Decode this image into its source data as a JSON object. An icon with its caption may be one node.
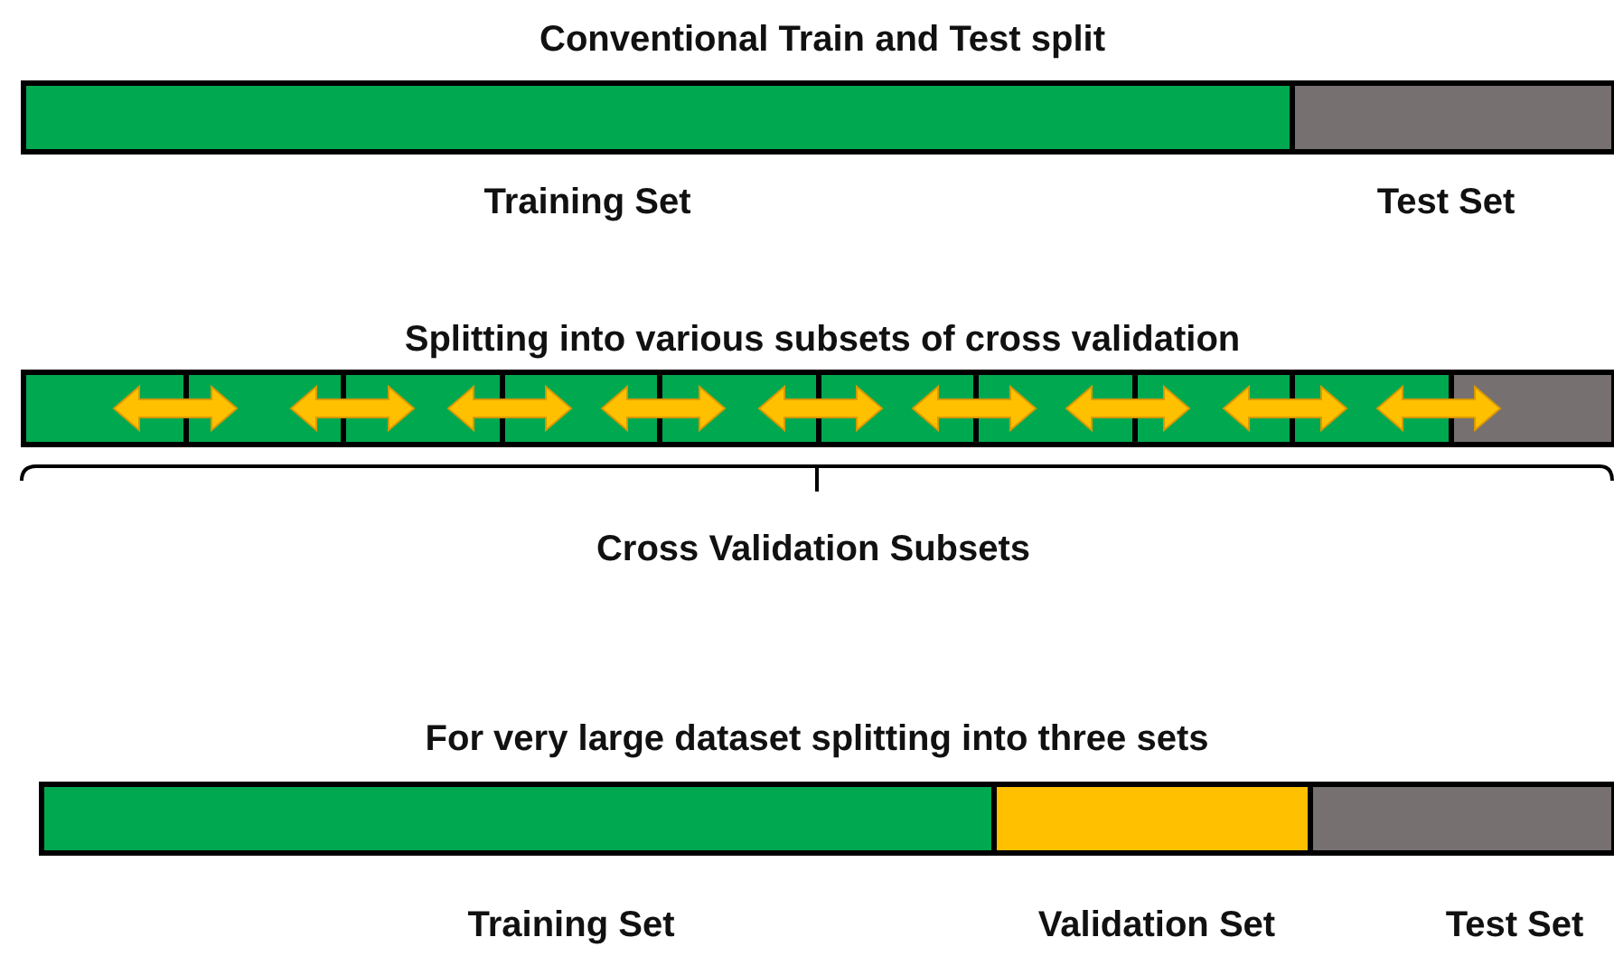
{
  "diagram": {
    "labels": [
      "Conventional Train and Test split",
      "Training Set",
      "Test Set",
      "Splitting into various subsets of cross validation",
      "Cross Validation Subsets",
      "For very large dataset splitting into three sets",
      "Training Set",
      "Validation Set",
      "Test Set"
    ]
  }
}
